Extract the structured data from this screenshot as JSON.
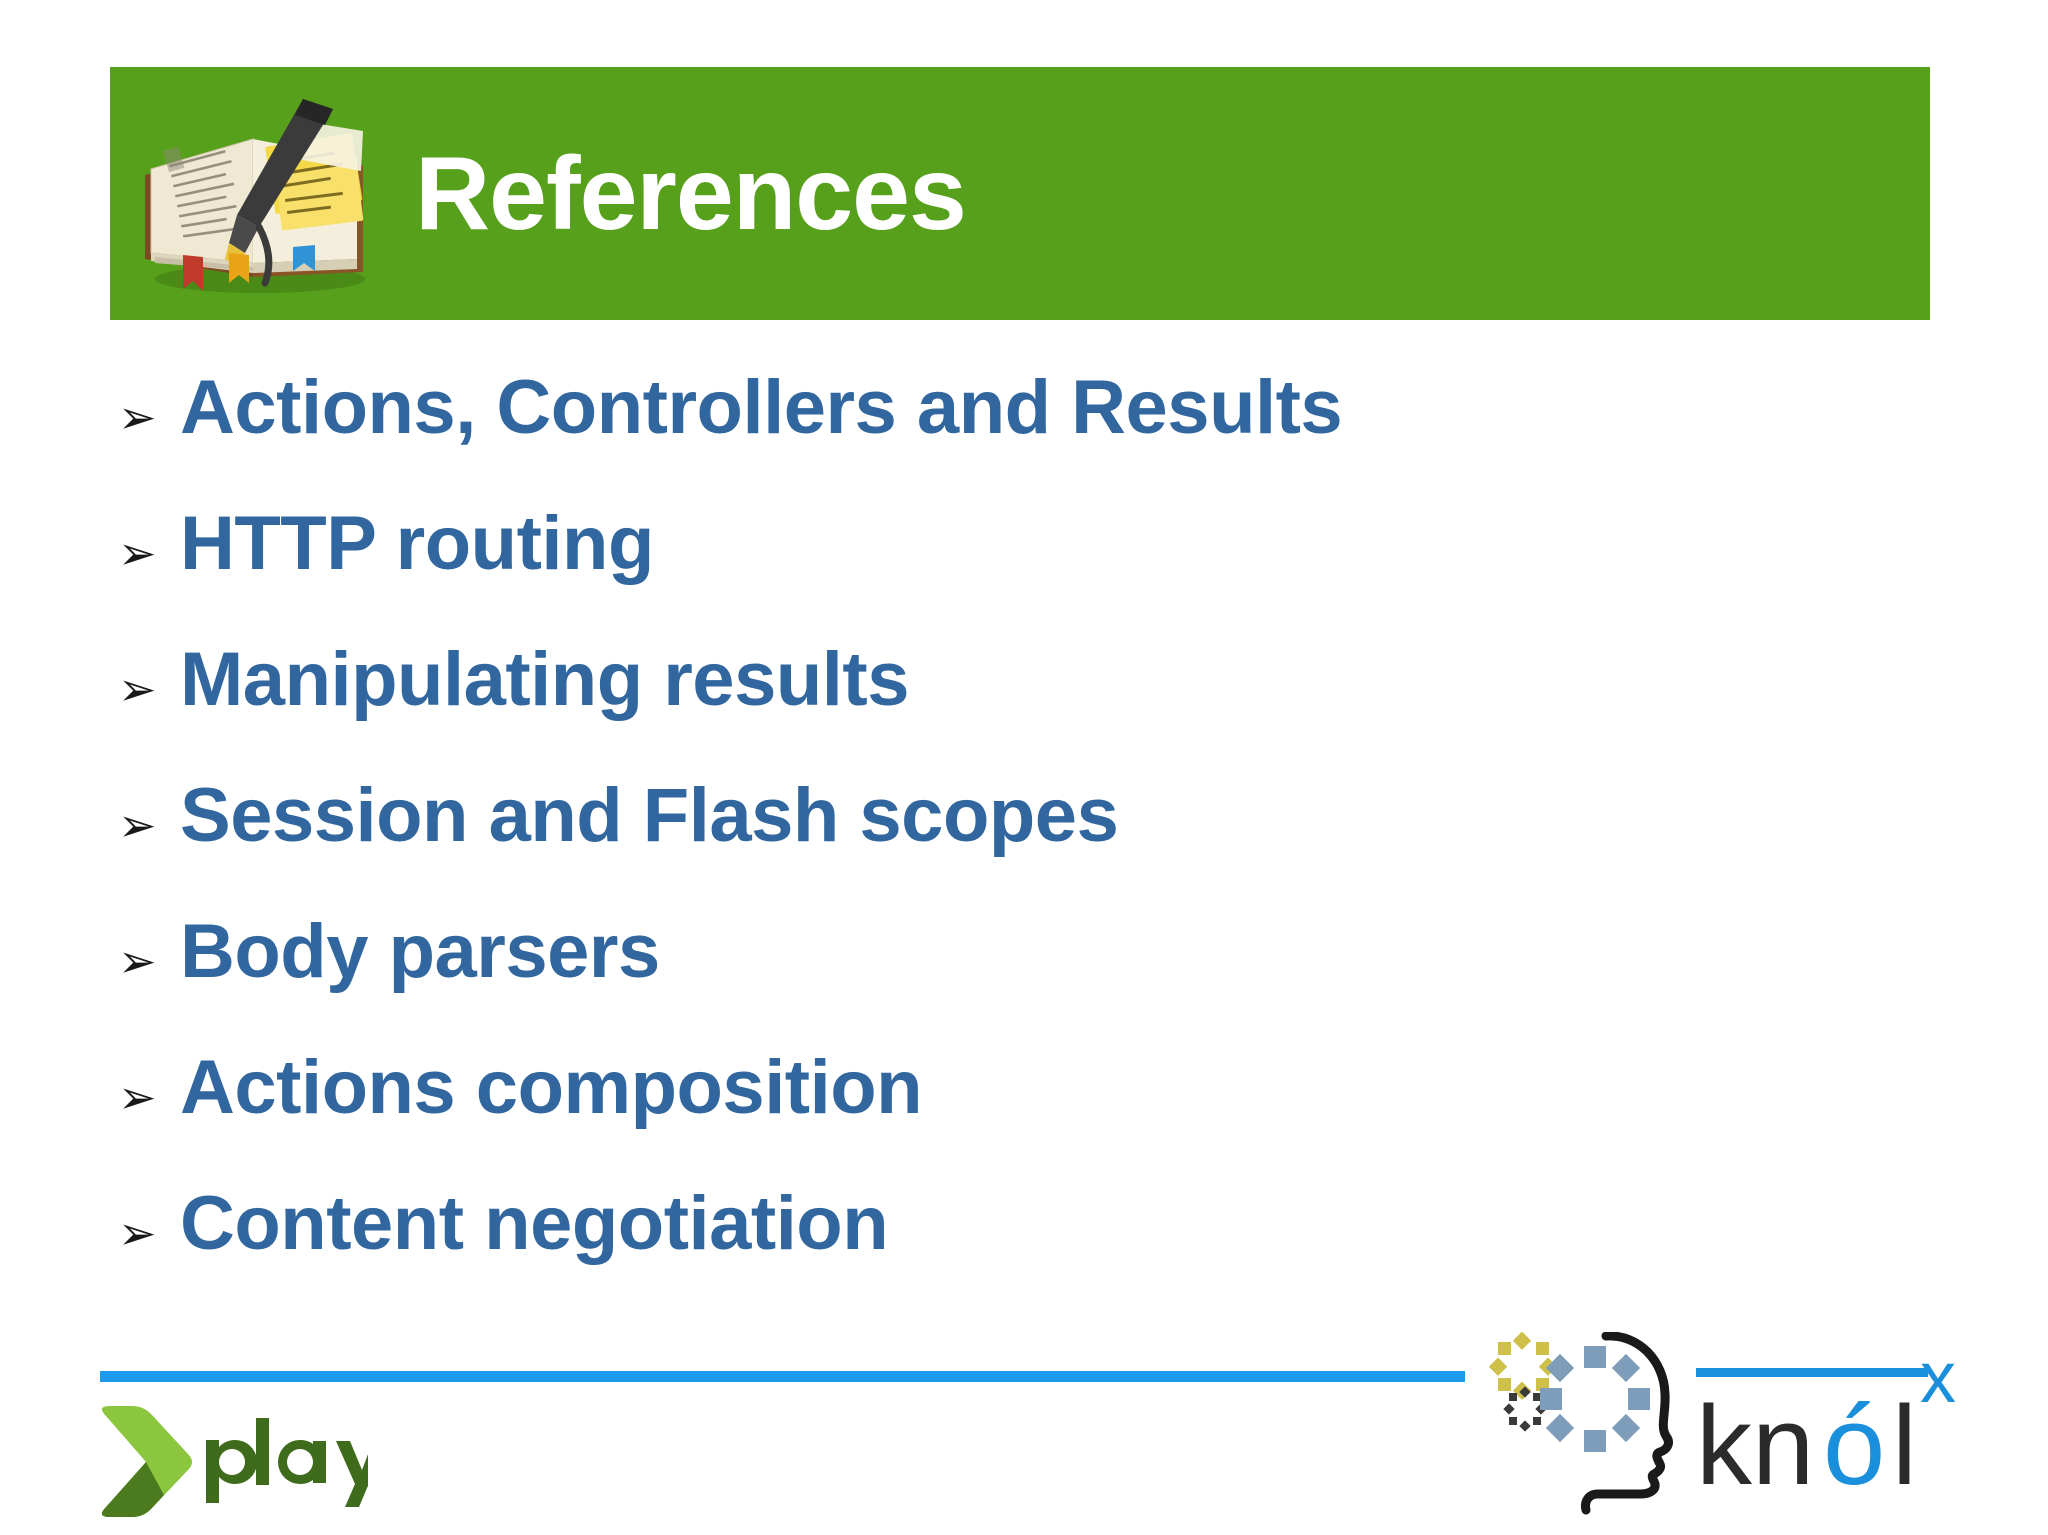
{
  "slide": {
    "title": "References",
    "title_icon": "book-reference-icon",
    "banner_color": "#57a01c",
    "bullet_color": "#31679e",
    "bullet_marker_glyph": "➢",
    "background_color": "#ffffff"
  },
  "bullets": [
    {
      "label": "Actions, Controllers and Results"
    },
    {
      "label": "HTTP routing"
    },
    {
      "label": "Manipulating results"
    },
    {
      "label": "Session and Flash scopes"
    },
    {
      "label": "Body parsers"
    },
    {
      "label": "Actions composition"
    },
    {
      "label": "Content negotiation"
    }
  ],
  "footer": {
    "rule_color": "#1c9bec",
    "play_logo": {
      "name": "play-framework-logo",
      "wordmark": "play",
      "chevron_light": "#8cc63e",
      "chevron_dark": "#4c7a1e",
      "wordmark_color": "#3f6b1c"
    },
    "knoldus_logo": {
      "name": "knoldus-logo",
      "wordmark_part1": "kn",
      "wordmark_accent": "ó",
      "wordmark_part2": "l",
      "superscript": "x",
      "accent_color": "#1a8fdb",
      "text_color": "#2b2b2b",
      "ring_yellow": "#cfc04a",
      "ring_blue": "#7e9dba",
      "ring_dark": "#3a3a3a",
      "head_outline": "#1a1a1a"
    }
  }
}
